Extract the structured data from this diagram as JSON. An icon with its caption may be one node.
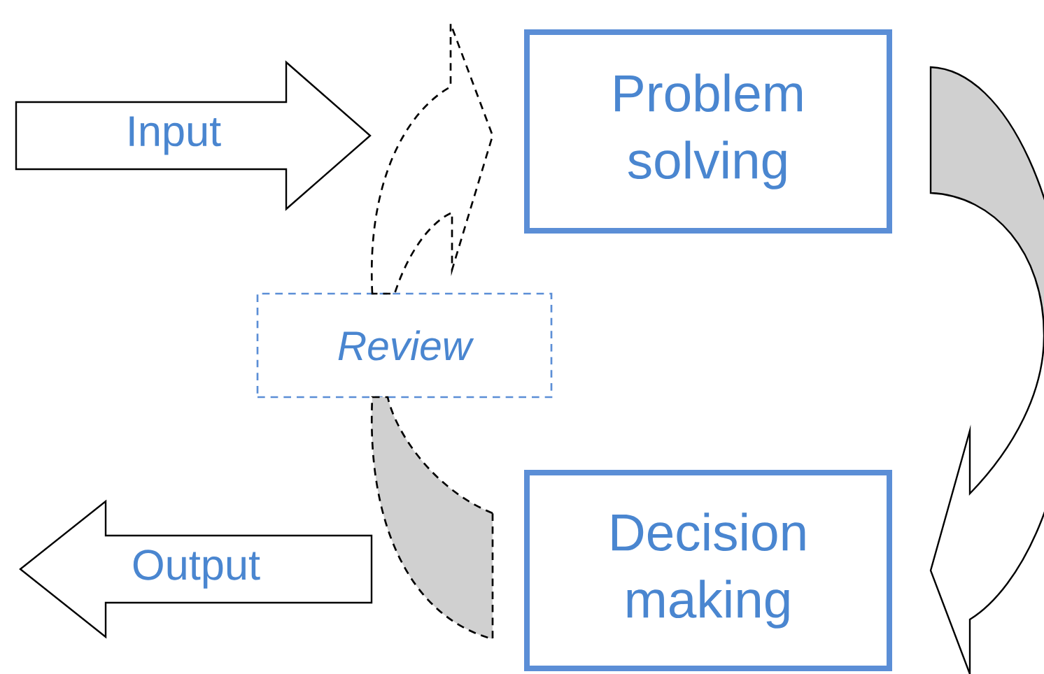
{
  "diagram": {
    "nodes": [
      {
        "text": [
          "Input"
        ]
      },
      {
        "text": [
          "Problem solving"
        ]
      },
      {
        "text": [
          "Review"
        ]
      },
      {
        "text": [
          "Decision making"
        ]
      },
      {
        "text": [
          "Output"
        ]
      }
    ],
    "edges": [
      {
        "from": 1,
        "to": 3,
        "arrow": "to"
      },
      {
        "from": 3,
        "to": 2,
        "arrow": "none",
        "style": "dashed"
      },
      {
        "from": 2,
        "to": 1,
        "arrow": "to",
        "style": "dashed"
      }
    ]
  }
}
